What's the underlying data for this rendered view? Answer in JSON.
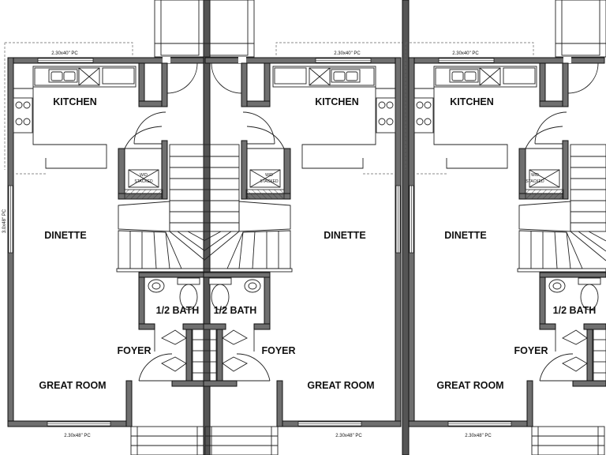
{
  "units": [
    {
      "rooms": {
        "kitchen": "KITCHEN",
        "dinette": "DINETTE",
        "bath": "1/2 BATH",
        "foyer": "FOYER",
        "great_room": "GREAT ROOM"
      },
      "appliance": {
        "line1": "W/D",
        "line2": "STACKED"
      },
      "window_top": "2.30x40\" PC",
      "window_bottom": "2.30x48\" PC",
      "window_side": "3.0x48\" PC"
    },
    {
      "rooms": {
        "kitchen": "KITCHEN",
        "dinette": "DINETTE",
        "bath": "1/2 BATH",
        "foyer": "FOYER",
        "great_room": "GREAT ROOM"
      },
      "appliance": {
        "line1": "W/D",
        "line2": "STACKED"
      },
      "window_top": "2.30x40\" PC",
      "window_bottom": "2.30x48\" PC"
    },
    {
      "rooms": {
        "kitchen": "KITCHEN",
        "dinette": "DINETTE",
        "bath": "1/2 BATH",
        "foyer": "FOYER",
        "great_room": "GREAT ROOM"
      },
      "appliance": {
        "line1": "W/D",
        "line2": "STACKED"
      },
      "window_top": "2.30x40\" PC",
      "window_bottom": "2.30x48\" PC"
    }
  ]
}
